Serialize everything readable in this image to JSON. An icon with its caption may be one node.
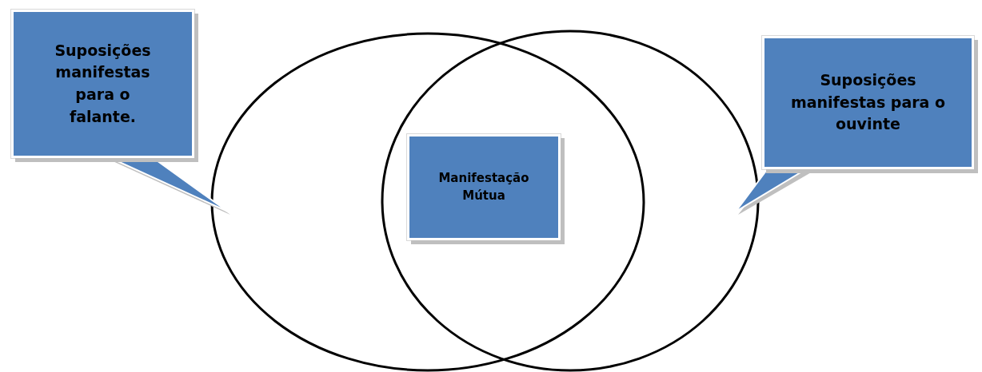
{
  "diagram": {
    "nodes": [
      {
        "text": [
          "Suposições manifestas para o falante."
        ]
      },
      {
        "text": [],
        "shape": "circle"
      },
      {
        "text": [
          "Manifestação Mútua"
        ]
      },
      {
        "text": [],
        "shape": "circle"
      },
      {
        "text": [
          "Suposições manifestas para o ouvinte"
        ]
      }
    ]
  }
}
